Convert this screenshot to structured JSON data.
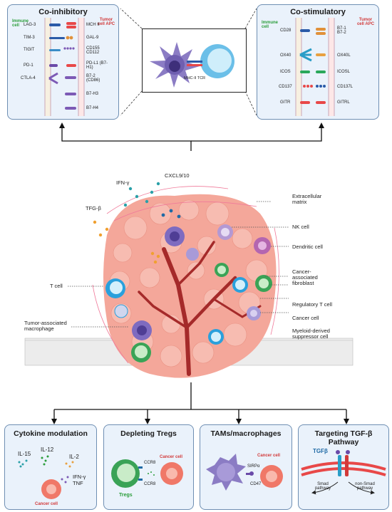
{
  "coinhibitory": {
    "title": "Co-inhibitory",
    "immune_cell": "Immune cell",
    "tumor_apc": "Tumor cell APC",
    "pairs": [
      {
        "left": "LAG-3",
        "right": "MCH II"
      },
      {
        "left": "TIM-3",
        "right": "GAL-9"
      },
      {
        "left": "TIGIT",
        "right": "CD155 CD112"
      },
      {
        "left": "PD-1",
        "right": "PD-L1 (B7-H1)"
      },
      {
        "left": "CTLA-4",
        "right": "B7-2 (CD86)"
      },
      {
        "left": "",
        "right": "B7-H3"
      },
      {
        "left": "",
        "right": "B7-H4"
      }
    ]
  },
  "costimulatory": {
    "title": "Co-stimulatory",
    "immune_cell": "Immune cell",
    "tumor_apc": "Tumor cell APC",
    "pairs": [
      {
        "left": "CD28",
        "right": "B7-1 B7-2"
      },
      {
        "left": "OX40",
        "right": "OX40L"
      },
      {
        "left": "ICOS",
        "right": "ICOSL"
      },
      {
        "left": "CD137",
        "right": "CD137L"
      },
      {
        "left": "GITR",
        "right": "GITRL"
      }
    ]
  },
  "synapse": {
    "label": "MHC-II TCR"
  },
  "tumor": {
    "cytokines": {
      "ifn": "IFN-γ",
      "cxcl": "CXCL9/10",
      "tgf": "TFG-β"
    },
    "labels_right": [
      "Extracellular matrix",
      "NK cell",
      "Dendritic cell",
      "Cancer-associated fibroblast",
      "Regulatory T cell",
      "Cancer cell",
      "Myeloid-derived suppressor cell"
    ],
    "labels_left": [
      "T cell",
      "Tumor-associated macrophage"
    ]
  },
  "bottom": {
    "cytokine": {
      "title": "Cytokine modulation",
      "il15": "IL-15",
      "il12": "IL-12",
      "il2": "IL-2",
      "ifn": "IFN-γ TNF",
      "cancer": "Cancer cell"
    },
    "tregs": {
      "title": "Depleting Tregs",
      "ccr8a": "CCR8",
      "ccr8b": "CCR8",
      "cancer": "Cancer cell",
      "tregs": "Tregs"
    },
    "tams": {
      "title": "TAMs/macrophages",
      "cancer": "Cancer cell",
      "sirpa": "SIRPα",
      "cd47": "CD47"
    },
    "tgf": {
      "title": "Targeting TGF-β Pathway",
      "tgfb": "TGFβ",
      "smad": "Smad pathway",
      "nonsmad": "non-Smad pathway"
    }
  },
  "colors": {
    "panel_border": "#6f8fb3",
    "panel_bg": "#eaf2fb",
    "green": "#2a9d3a",
    "red": "#d23a3a",
    "tumor": "#f4a79a"
  }
}
